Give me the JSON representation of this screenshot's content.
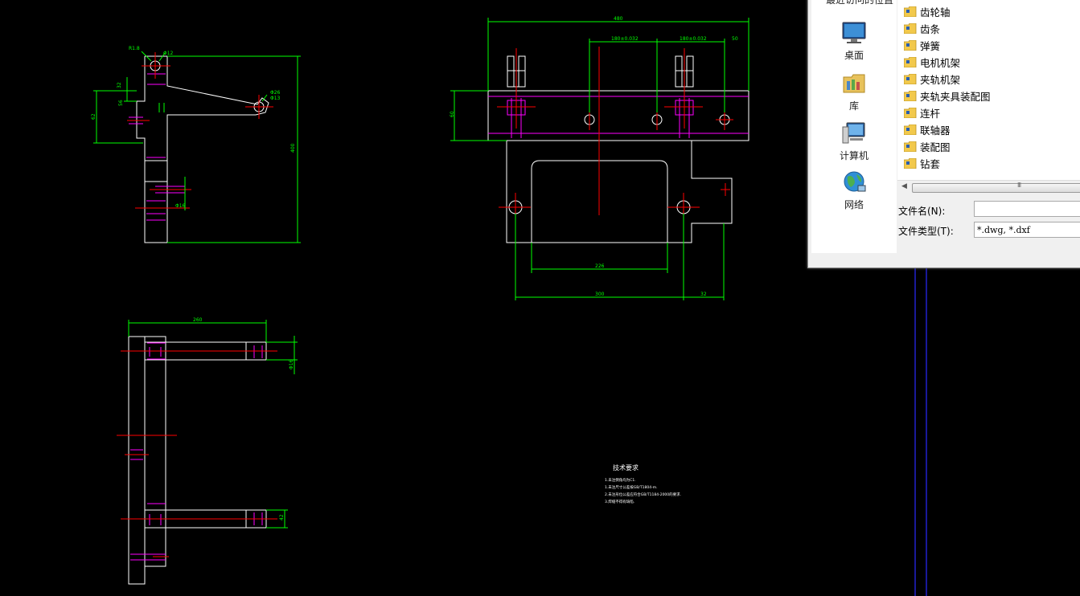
{
  "drawing": {
    "dims": {
      "d1": "R1.8",
      "d2": "Φ12",
      "d3": "32",
      "d4": "62",
      "d5": "56",
      "d6": "Φ26",
      "d7": "Φ13",
      "d8": "400",
      "d9": "Φ16",
      "d10": "480",
      "d11": "180±0.032",
      "d12": "180±0.032",
      "d13": "50",
      "d14": "60",
      "d15": "226",
      "d16": "300",
      "d17": "32",
      "d18": "260",
      "d19": "Φ16",
      "d20": "42"
    },
    "tech": {
      "title": "技术要求",
      "lines": [
        "1.未注倒角均为C1.",
        "1.未注尺寸公差按GB/T1804-m.",
        "2.未注形位公差应符合GB/T1184-2000的要求.",
        "3.焊缝不得有缺陷."
      ]
    }
  },
  "dialog": {
    "recent_label": "最近访问的位置",
    "places": [
      "桌面",
      "库",
      "计算机",
      "网络"
    ],
    "files": [
      "齿轮轴",
      "齿条",
      "弹簧",
      "电机机架",
      "夹轨机架",
      "夹轨夹具装配图",
      "连杆",
      "联轴器",
      "装配图",
      "钻套"
    ],
    "filename_label": "文件名(N):",
    "filename_value": "",
    "filetype_label": "文件类型(T):",
    "filetype_value": "*.dwg, *.dxf",
    "scroll_grip": "III"
  },
  "colors": {
    "background": "#000000",
    "outline": "#ffffff",
    "dimension": "#00ff00",
    "centerline": "#ff0000",
    "hidden": "#ff00ff"
  }
}
